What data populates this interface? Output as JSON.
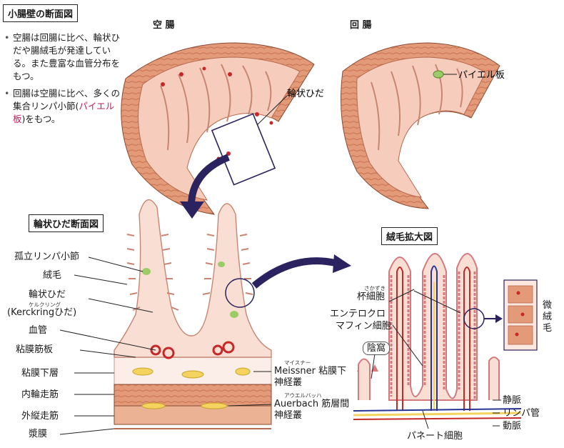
{
  "title": "小腸壁の断面図",
  "bullets": [
    {
      "text": "空腸は回腸に比べ、輪状ひだや腸絨毛が発達している。また豊富な血管分布をもつ。"
    },
    {
      "prefix": "回腸は空腸に比べ、多くの集合リンパ小節(",
      "highlight": "パイエル板",
      "suffix": ")をもつ。"
    }
  ],
  "jejunum": {
    "title": "空 腸",
    "label_fold": "輪状ひだ"
  },
  "ileum": {
    "title": "回 腸",
    "label_peyer": "パイエル板"
  },
  "fold_section": {
    "title": "輪状ひだ断面図",
    "labels": {
      "lymph_nodule": "孤立リンパ小節",
      "villus": "絨毛",
      "fold": "輪状ひだ",
      "kerckring_ruby": "ケルクリング",
      "kerckring": "(Kerckringひだ)",
      "vessel": "血管",
      "muscularis_mucosae": "粘膜筋板",
      "submucosa": "粘膜下層",
      "inner_circular": "内輪走筋",
      "outer_longitudinal": "外縦走筋",
      "serosa": "漿膜",
      "meissner_ruby": "マイスナー",
      "meissner": "Meissner 粘膜下",
      "meissner2": "神経叢",
      "auerbach_ruby": "アウエルバッハ",
      "auerbach": "Auerbach 筋層間",
      "auerbach2": "神経叢"
    }
  },
  "villus_detail": {
    "title": "絨毛拡大図",
    "labels": {
      "goblet_ruby": "さかずき",
      "goblet": "杯細胞",
      "enteroendocrine1": "エンテロクロ",
      "enteroendocrine2": "マフィン細胞",
      "crypt": "陰窩",
      "paneth": "パネート細胞",
      "vein": "静脈",
      "lymph_vessel": "リンパ管",
      "artery": "動脈",
      "microvilli": "微絨毛"
    }
  },
  "colors": {
    "wall_outer": "#e8a07e",
    "wall_inner": "#f6cdbd",
    "mucosa": "#f9ded4",
    "nodule": "#9ccc65",
    "vessel_red": "#c62828",
    "lymph_yellow": "#f4d35e",
    "vein_blue": "#283593",
    "arrow": "#2b2260"
  }
}
